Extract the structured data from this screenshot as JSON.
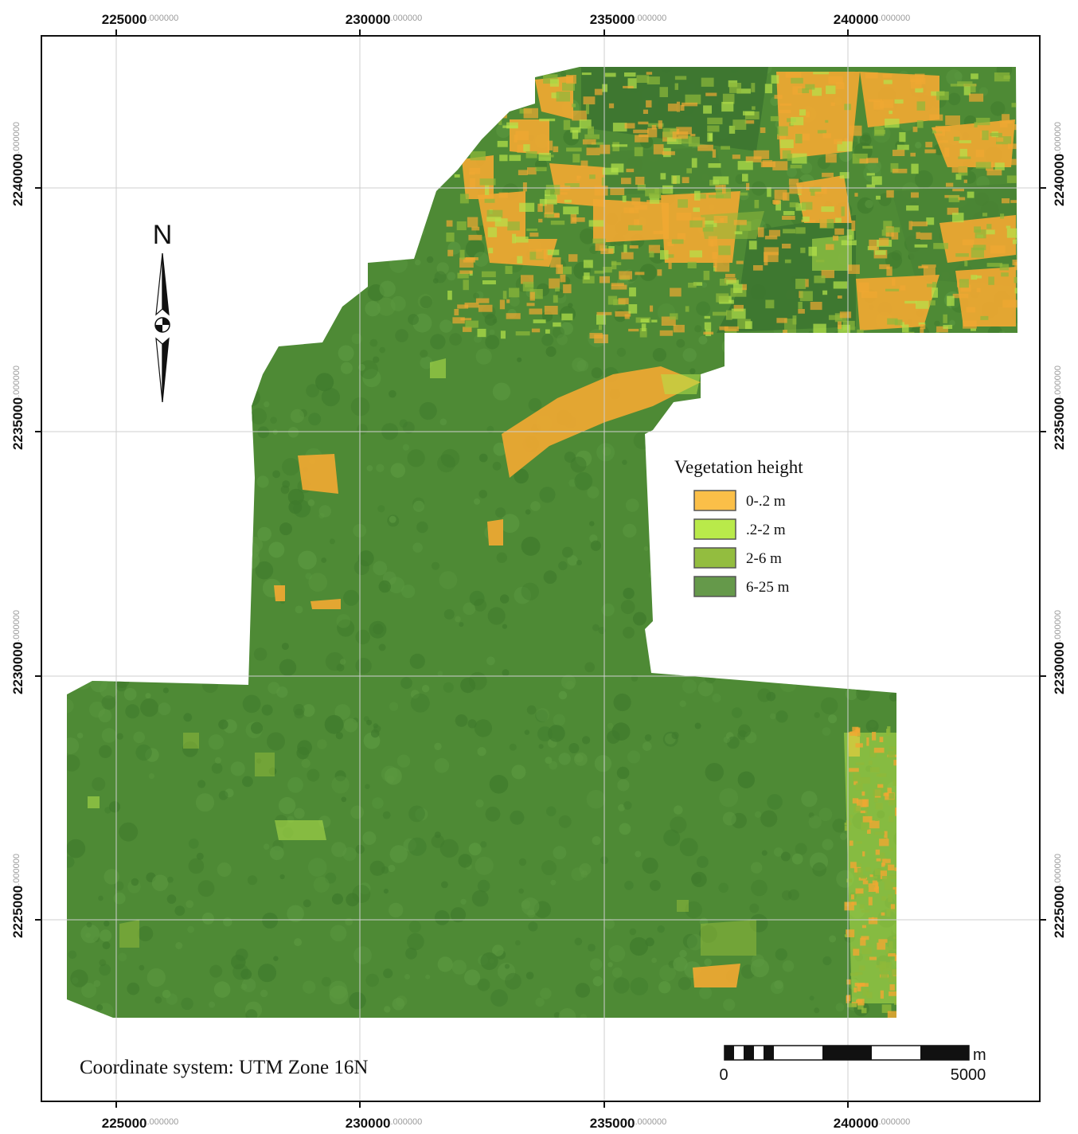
{
  "map": {
    "coordinate_system_label": "Coordinate system: UTM Zone 16N",
    "north_arrow_label": "N",
    "colors": {
      "frame": "#111111",
      "grid": "#cfcfcf",
      "forest_dark": "#3f7a2c",
      "forest": "#4f8a36",
      "veg_low": "#f0a832",
      "veg_shrub": "#b5e34a",
      "veg_mid": "#8fb93a",
      "veg_tall": "#5f9a46"
    }
  },
  "x_ticks": [
    {
      "main": "225000",
      "dec": ".000000"
    },
    {
      "main": "230000",
      "dec": ".000000"
    },
    {
      "main": "235000",
      "dec": ".000000"
    },
    {
      "main": "240000",
      "dec": ".000000"
    }
  ],
  "y_ticks": [
    {
      "main": "2240000",
      "dec": ".000000"
    },
    {
      "main": "2235000",
      "dec": ".000000"
    },
    {
      "main": "2230000",
      "dec": ".000000"
    },
    {
      "main": "2225000",
      "dec": ".000000"
    }
  ],
  "legend": {
    "title": "Vegetation height",
    "items": [
      {
        "label": "0-.2 m",
        "color": "#fbbf48"
      },
      {
        "label": ".2-2 m",
        "color": "#b9ea4a"
      },
      {
        "label": "2-6 m",
        "color": "#93bd3f"
      },
      {
        "label": "6-25 m",
        "color": "#65994a"
      }
    ]
  },
  "scale_bar": {
    "unit": "m",
    "start_label": "0",
    "end_label": "5000"
  }
}
